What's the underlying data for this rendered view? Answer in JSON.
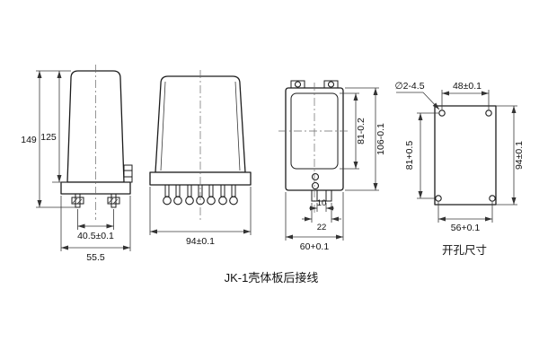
{
  "drawing": {
    "caption": "JK-1壳体板后接线",
    "cutout_label": "开孔尺寸",
    "side_view": {
      "height_total": "149",
      "height_body": "125",
      "stud_spacing": "40.5±0.1",
      "depth": "55.5"
    },
    "front_view": {
      "width": "94±0.1"
    },
    "rear_view": {
      "opening_height": "81-0.2",
      "total_height": "106-0.1",
      "dim_10": "10",
      "dim_22": "22",
      "width": "60+0.1"
    },
    "cutout_view": {
      "hole_note": "∅2-4.5",
      "top_width": "48±0.1",
      "left_height": "81+0.5",
      "right_height": "94±0.1",
      "bottom_width": "56+0.1"
    }
  }
}
